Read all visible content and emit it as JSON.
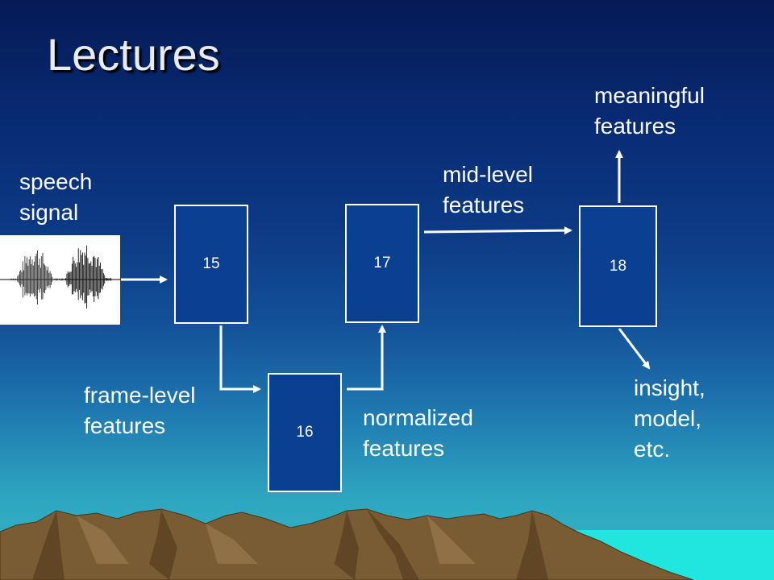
{
  "slide": {
    "title": "Lectures"
  },
  "labels": {
    "speech_signal": [
      "speech",
      "signal"
    ],
    "frame_level": [
      "frame-level",
      "features"
    ],
    "normalized": [
      "normalized",
      "features"
    ],
    "mid_level": [
      "mid-level",
      "features"
    ],
    "meaningful": [
      "meaningful",
      "features"
    ],
    "insight": [
      "insight,",
      "model,",
      "etc."
    ]
  },
  "boxes": {
    "b15": "15",
    "b16": "16",
    "b17": "17",
    "b18": "18"
  },
  "colors": {
    "box_fill": "#0b3f8f",
    "arrow": "#ffffff",
    "sea": "#21e6e0",
    "mountain": "#7a5c34"
  }
}
